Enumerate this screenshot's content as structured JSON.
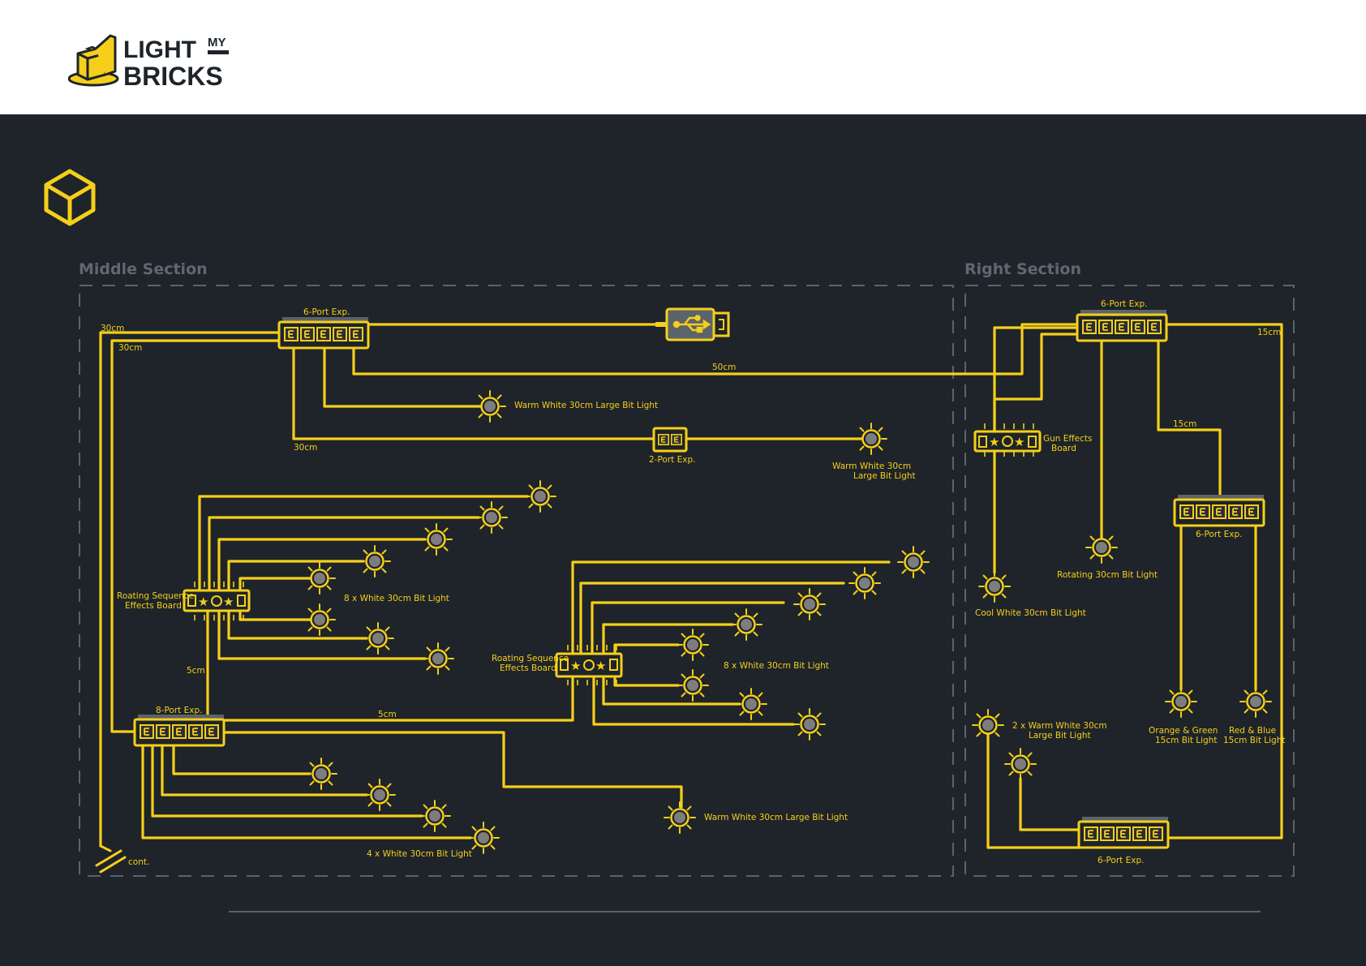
{
  "brand": {
    "word1": "LIGHT",
    "word2": "MY",
    "word3": "BRICKS"
  },
  "colors": {
    "accent": "#f5cf1a",
    "background": "#1e242a",
    "header": "#ffffff",
    "frame": "#5b636b",
    "bulb": "#7d7d7d",
    "port": "#2a2f35"
  },
  "sections": {
    "middle": "Middle Section",
    "right": "Right Section"
  },
  "labels": {
    "port6_top": "6-Port Exp.",
    "len_30cm_a": "30cm",
    "len_30cm_b": "30cm",
    "len_30cm_c": "30cm",
    "len_50cm": "50cm",
    "warm_white_large_1": "Warm White 30cm Large Bit Light",
    "port2": "2-Port Exp.",
    "warm_white_1": "Warm White 30cm",
    "warm_white_2": "Large Bit Light",
    "rotating_1a": "Roating Sequence",
    "rotating_1b": "Effects Board",
    "white8_1": "8 x White 30cm Bit Light",
    "len_5cm_a": "5cm",
    "port8": "8-Port Exp.",
    "len_5cm_b": "5cm",
    "rotating_2a": "Roating Sequence",
    "rotating_2b": "Effects Board",
    "white8_2": "8 x White 30cm Bit Light",
    "warm_white_large_2": "Warm White 30cm Large Bit Light",
    "white4": "4 x White 30cm Bit Light",
    "cont": "cont.",
    "port6_right_top": "6-Port Exp.",
    "len_15cm_a": "15cm",
    "len_15cm_b": "15cm",
    "gun_a": "Gun Effects",
    "gun_b": "Board",
    "port6_right_mid": "6-Port Exp.",
    "rotating_light": "Rotating 30cm Bit Light",
    "cool_white": "Cool White 30cm Bit Light",
    "warm2_a": "2 x Warm White 30cm",
    "warm2_b": "Large Bit Light",
    "orange_a": "Orange & Green",
    "orange_b": "15cm Bit Light",
    "redblue_a": "Red & Blue",
    "redblue_b": "15cm Bit Light",
    "port6_right_bottom": "6-Port Exp."
  },
  "icons": {
    "cube": "cube-icon",
    "usb": "usb-icon"
  }
}
